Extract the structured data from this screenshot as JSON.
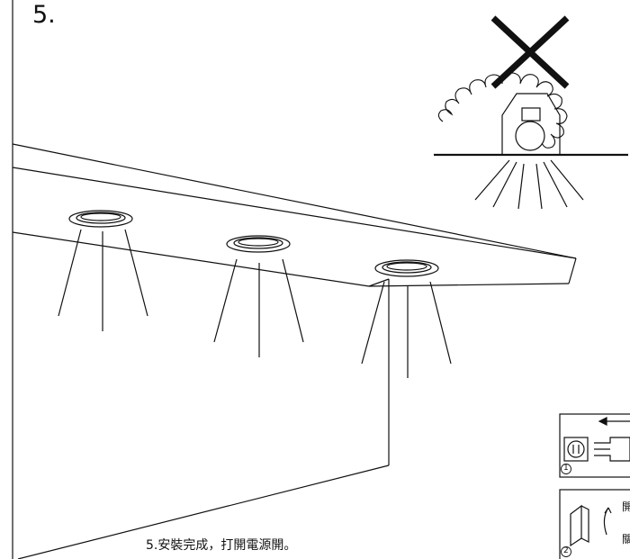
{
  "step": {
    "number": "5."
  },
  "caption": "5.安裝完成，打開電源開。",
  "inset": {
    "unplug_marker": "1",
    "switch_marker": "2",
    "switch_label_top": "開",
    "switch_label_bottom": "關"
  }
}
